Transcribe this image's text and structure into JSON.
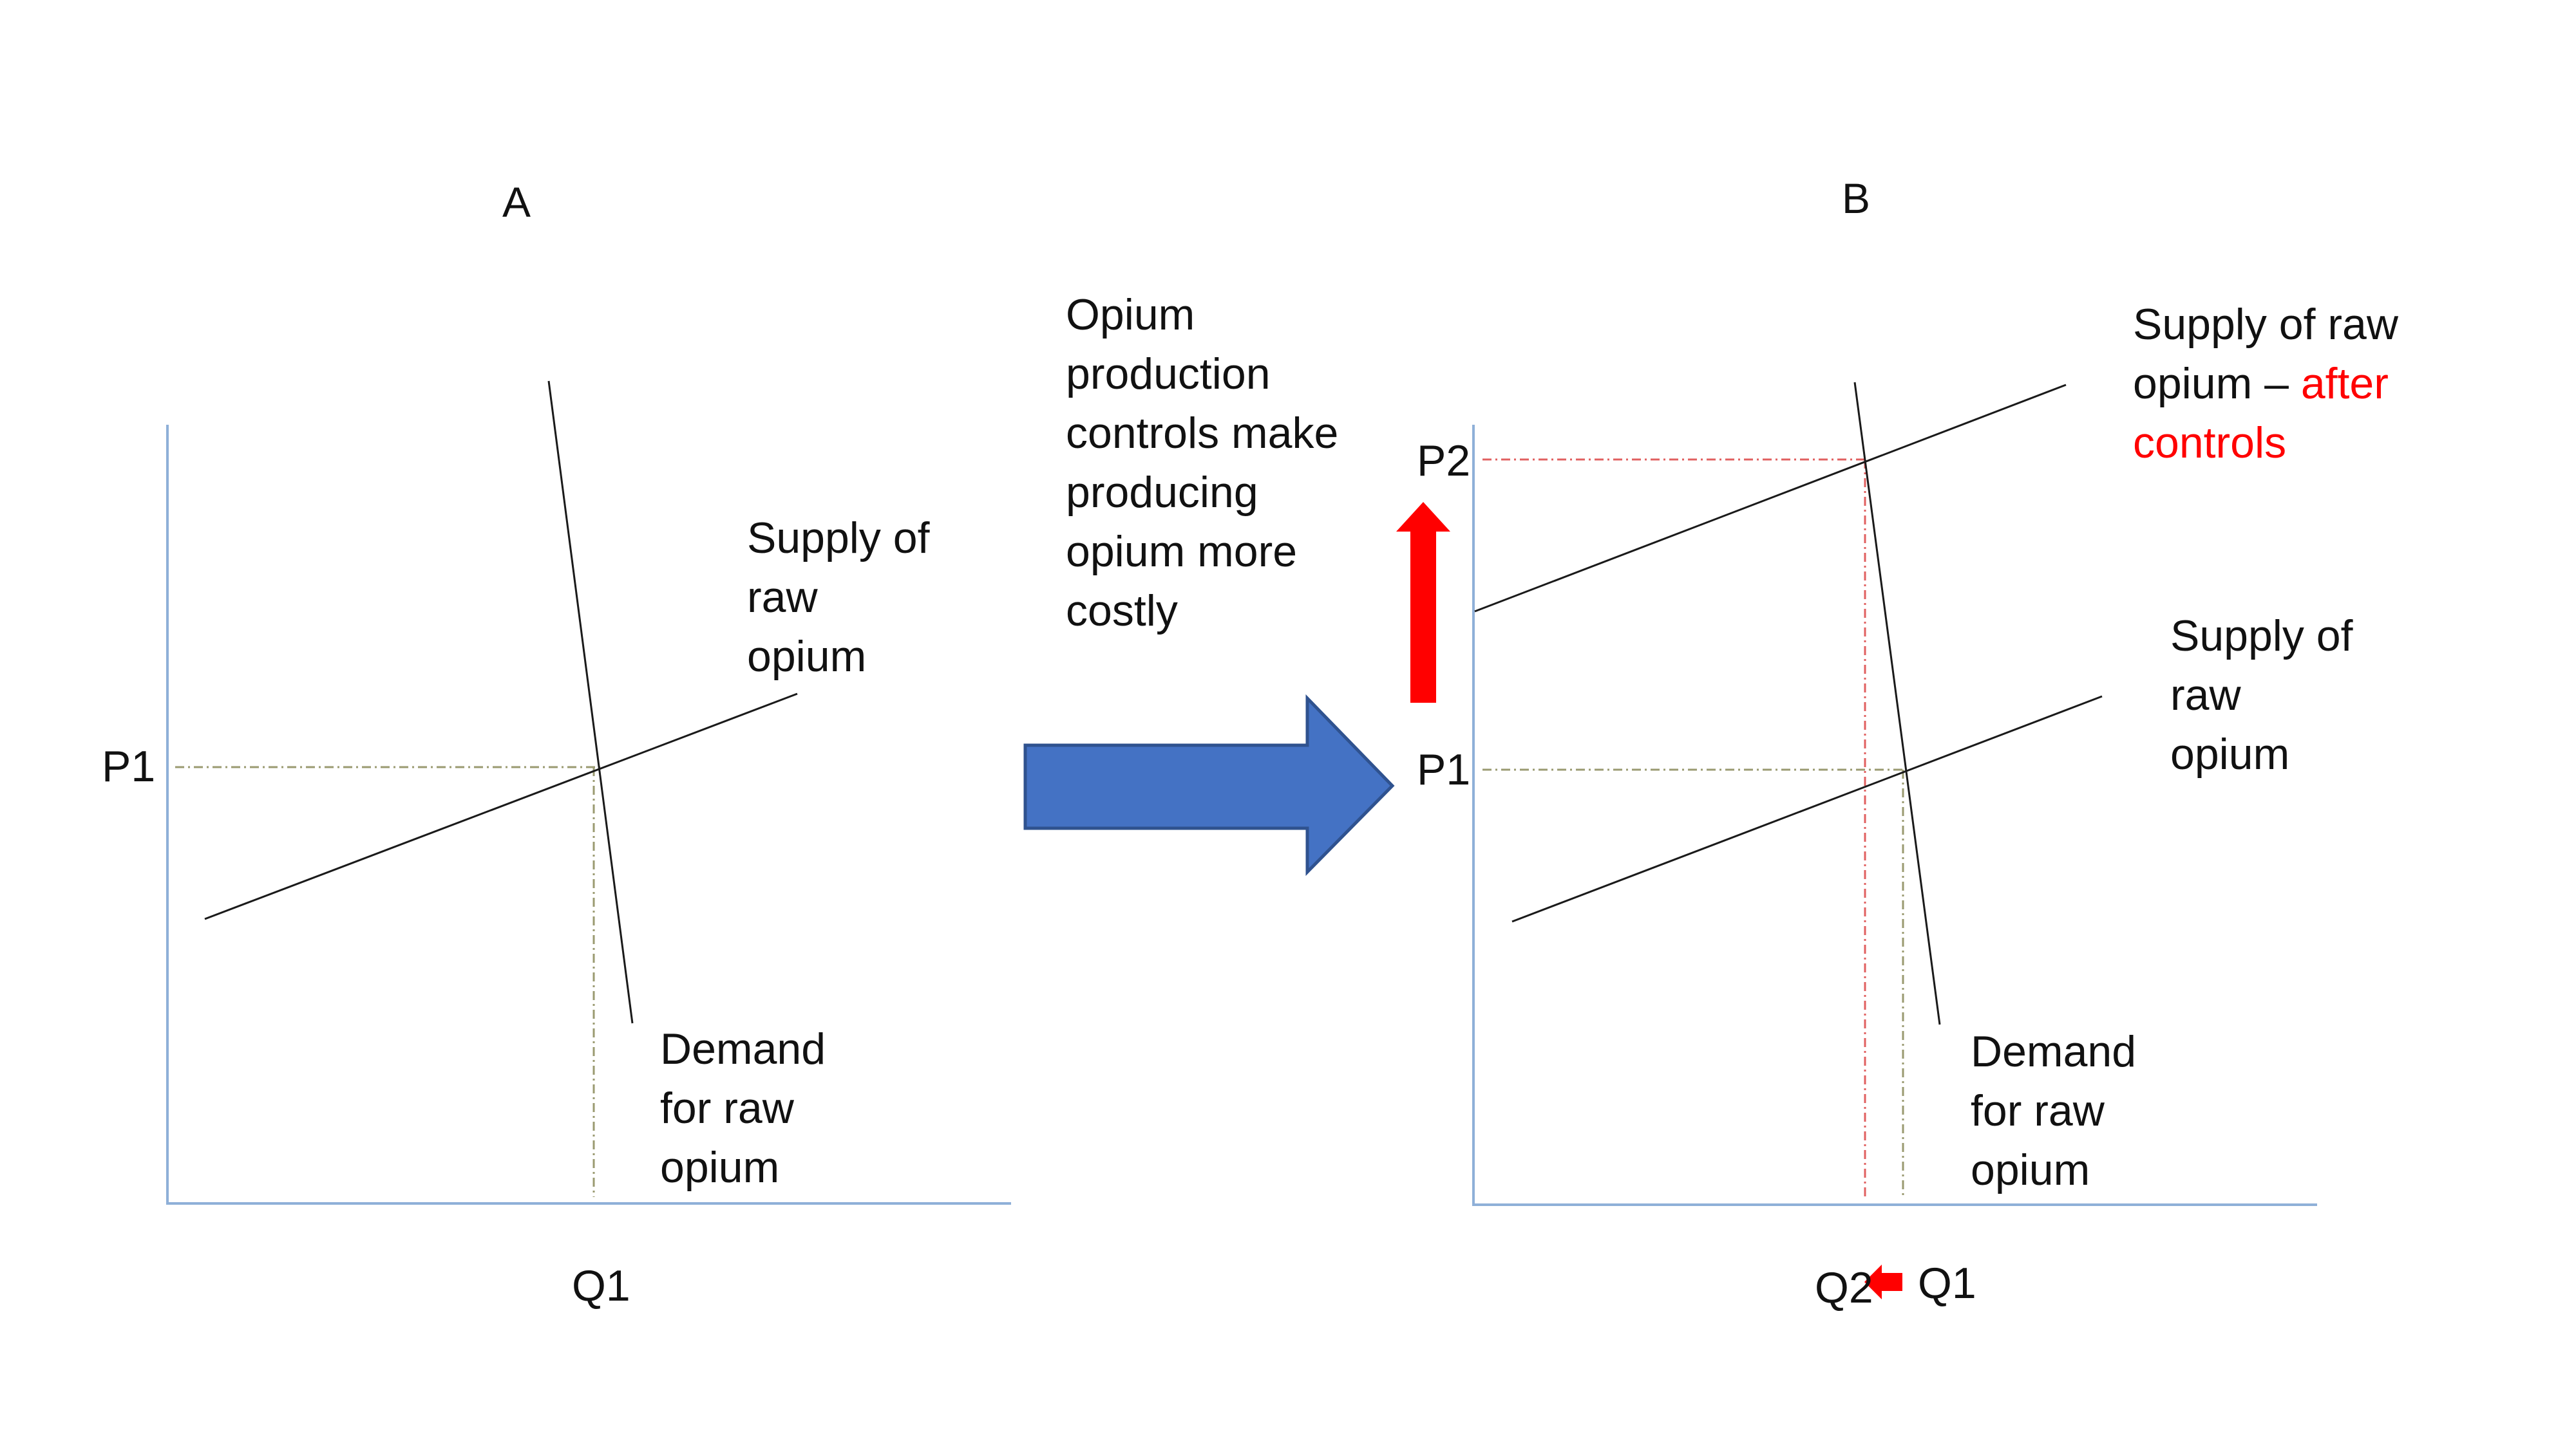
{
  "panel_a": {
    "title": "A",
    "price_label": "P1",
    "quantity_label": "Q1",
    "supply_label": "Supply of\nraw\nopium",
    "demand_label": "Demand\nfor raw\nopium"
  },
  "middle": {
    "explanation": "Opium\nproduction\ncontrols make\nproducing\nopium more\ncostly"
  },
  "panel_b": {
    "title": "B",
    "price_new_label": "P2",
    "price_old_label": "P1",
    "quantity_new_label": "Q2",
    "quantity_old_label": "Q1",
    "supply_after_label_part1": "Supply of raw\nopium – ",
    "supply_after_label_part2": "after\ncontrols",
    "supply_label": "Supply of\nraw\nopium",
    "demand_label": "Demand\nfor raw\nopium"
  },
  "colors": {
    "axis": "#8fb0d8",
    "curve": "#1a1a1a",
    "guide_original": "#9a9a70",
    "guide_new": "#e06060",
    "big_arrow_fill": "#4472c4",
    "big_arrow_stroke": "#2f528f",
    "shift_arrow": "#ff0000",
    "highlight_text": "#ff0000"
  }
}
